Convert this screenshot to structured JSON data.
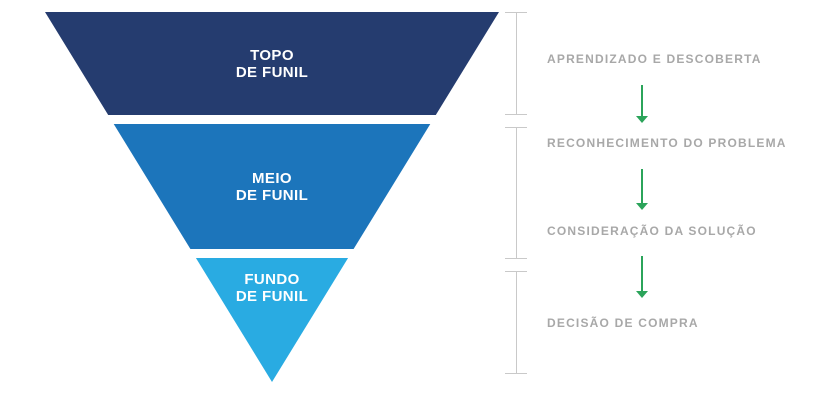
{
  "funnel": {
    "stages": [
      {
        "name": "topo",
        "line1": "TOPO",
        "line2": "DE FUNIL",
        "color": "#253C6F"
      },
      {
        "name": "meio",
        "line1": "MEIO",
        "line2": "DE FUNIL",
        "color": "#1C75BB"
      },
      {
        "name": "fundo",
        "line1": "FUNDO",
        "line2": "DE FUNIL",
        "color": "#29ABE2"
      }
    ]
  },
  "journey": {
    "steps": [
      {
        "label": "APRENDIZADO E DESCOBERTA"
      },
      {
        "label": "RECONHECIMENTO DO PROBLEMA"
      },
      {
        "label": "CONSIDERAÇÃO DA SOLUÇÃO"
      },
      {
        "label": "DECISÃO DE COMPRA"
      }
    ],
    "arrow_icon": "down-arrow"
  },
  "colors": {
    "navy": "#253C6F",
    "mid-blue": "#1C75BB",
    "light-blue": "#29ABE2",
    "green": "#2BA45A",
    "label-gray": "#A8A8A8",
    "bracket-gray": "#C9C9C9"
  }
}
